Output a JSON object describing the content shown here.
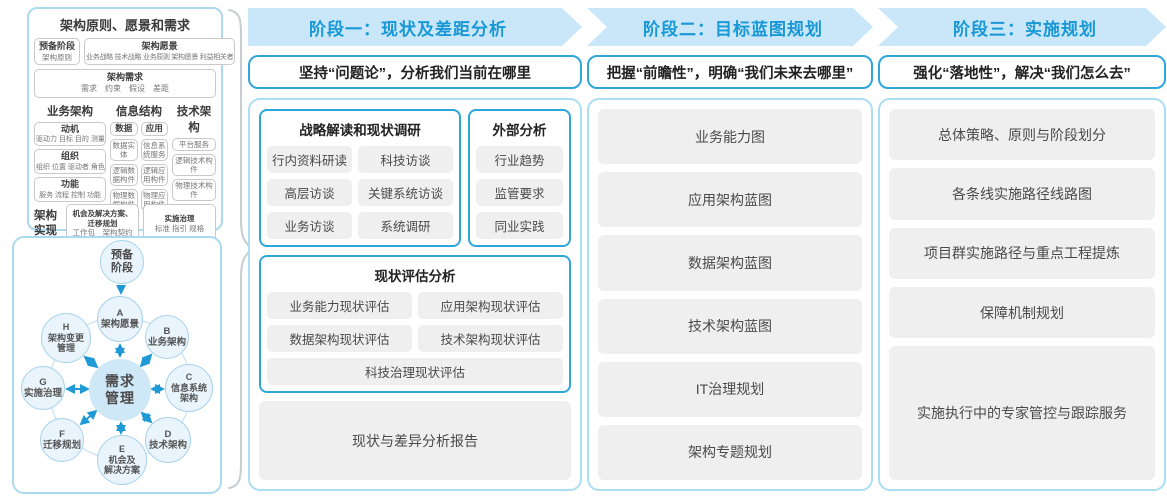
{
  "colors": {
    "band_bg": "#c9e7f8",
    "band_text": "#1898d6",
    "blue_border": "#2ea6db",
    "light_blue_border": "#abddf3",
    "pill_bg": "#efefef",
    "arrow_blue": "#1f9ad6"
  },
  "left_panel": {
    "title": "架构原则、愿景和需求",
    "prep": {
      "title": "预备阶段",
      "item": "架构原则"
    },
    "vision": {
      "title": "架构愿景",
      "items": "业务战略 技术战略 业务原则 架构愿景 利益相关者"
    },
    "requirements": {
      "title": "架构需求",
      "items": "需求　约束　假设　差距"
    },
    "business": {
      "title": "业务架构",
      "groups": [
        {
          "title": "动机",
          "items": "驱动力 目标 目的 测量"
        },
        {
          "title": "组织",
          "items": "组织 位置 驱动者 角色"
        },
        {
          "title": "功能",
          "items": "服务 流程 控制 功能"
        }
      ]
    },
    "information": {
      "title": "信息结构",
      "data_col": {
        "title": "数据",
        "items": [
          "数据实体",
          "逻辑数据构件",
          "物理数据构件"
        ]
      },
      "app_col": {
        "title": "应用",
        "items": [
          "信息系统服务",
          "逻辑应用构件",
          "物理应用构件"
        ]
      }
    },
    "technology": {
      "title": "技术架构",
      "items": [
        "平台服务",
        "逻辑技术构件",
        "物理技术构件"
      ]
    },
    "realization": {
      "title": "架构\n实现",
      "solution": {
        "title": "机会及解决方案、\n迁移规划",
        "items": "工作包　架构契约"
      },
      "governance": {
        "title": "实施治理",
        "items": "标准 指引 规格"
      }
    }
  },
  "adm": {
    "prep": "预备\n阶段",
    "center": "需求\n管理",
    "a": "A\n架构愿景",
    "b": "B\n业务架构",
    "c": "C\n信息系统\n架构",
    "d": "D\n技术架构",
    "e": "E\n机会及\n解决方案",
    "f": "F\n迁移规划",
    "g": "G\n实施治理",
    "h": "H\n架构变更\n管理"
  },
  "phase1": {
    "header": "阶段一：现状及差距分析",
    "subtitle": "坚持“问题论”，分析我们当前在哪里",
    "strategy": {
      "title": "战略解读和现状调研",
      "items": [
        "行内资料研读",
        "科技访谈",
        "高层访谈",
        "关键系统访谈",
        "业务访谈",
        "系统调研"
      ]
    },
    "external": {
      "title": "外部分析",
      "items": [
        "行业趋势",
        "监管要求",
        "同业实践"
      ]
    },
    "assessment": {
      "title": "现状评估分析",
      "items": [
        "业务能力现状评估",
        "应用架构现状评估",
        "数据架构现状评估",
        "技术架构现状评估",
        "科技治理现状评估"
      ]
    },
    "report": "现状与差异分析报告"
  },
  "phase2": {
    "header": "阶段二：目标蓝图规划",
    "subtitle": "把握“前瞻性”，明确“我们未来去哪里”",
    "items": [
      "业务能力图",
      "应用架构蓝图",
      "数据架构蓝图",
      "技术架构蓝图",
      "IT治理规划",
      "架构专题规划"
    ]
  },
  "phase3": {
    "header": "阶段三：实施规划",
    "subtitle": "强化“落地性”，解决“我们怎么去”",
    "items": [
      "总体策略、原则与阶段划分",
      "各条线实施路径线路图",
      "项目群实施路径与重点工程提炼",
      "保障机制规划",
      "实施执行中的专家管控与跟踪服务"
    ]
  }
}
